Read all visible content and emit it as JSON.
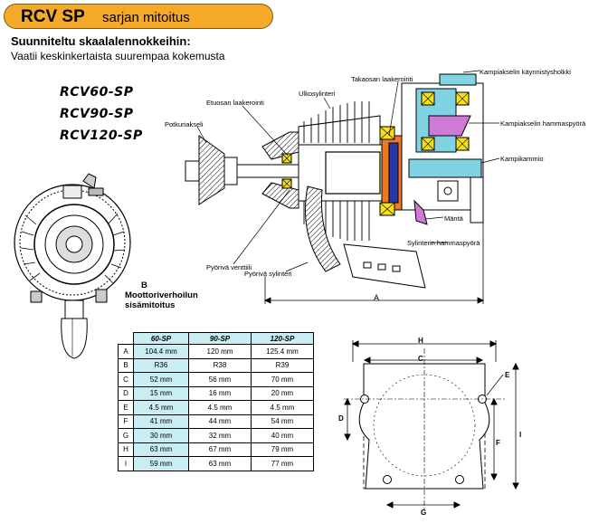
{
  "header": {
    "title": "RCV SP",
    "subtitle": "sarjan mitoitus",
    "heading": "Suunniteltu skaalalennokkeihin:",
    "description": "Vaatii keskinkertaista suurempaa kokemusta"
  },
  "models": [
    "RCV60-SP",
    "RCV90-SP",
    "RCV120-SP"
  ],
  "part_labels": {
    "starter": "Kampiakselin käynnistysholkki",
    "rear_bearing": "Takaosan laakerointi",
    "outer_cylinder": "Ulkosylinteri",
    "front_bearing": "Etuosan laakerointi",
    "prop_shaft": "Potkuriakseli",
    "crank_gear": "Kampiakselin hammaspyörä",
    "crankcase": "Kampikammio",
    "piston": "Mäntä",
    "cyl_gear": "Sylinterin hammaspyörä",
    "rot_valve": "Pyörivä venttiili",
    "rot_cyl": "Pyörivä sylinteri",
    "dim_a": "A"
  },
  "b_label": {
    "letter": "B",
    "line1": "Moottoriverhoilun",
    "line2": "sisämitoitus"
  },
  "dim_labels": [
    "H",
    "C",
    "E",
    "D",
    "F",
    "I",
    "G"
  ],
  "spec_table": {
    "columns": [
      "60-SP",
      "90-SP",
      "120-SP"
    ],
    "rows": [
      {
        "key": "A",
        "v": [
          "104.4 mm",
          "120 mm",
          "125.4 mm"
        ]
      },
      {
        "key": "B",
        "v": [
          "R36",
          "R38",
          "R39"
        ]
      },
      {
        "key": "C",
        "v": [
          "52 mm",
          "56 mm",
          "70 mm"
        ]
      },
      {
        "key": "D",
        "v": [
          "15 mm",
          "16 mm",
          "20 mm"
        ]
      },
      {
        "key": "E",
        "v": [
          "4.5 mm",
          "4.5 mm",
          "4.5 mm"
        ]
      },
      {
        "key": "F",
        "v": [
          "41 mm",
          "44 mm",
          "54 mm"
        ]
      },
      {
        "key": "G",
        "v": [
          "30 mm",
          "32 mm",
          "40 mm"
        ]
      },
      {
        "key": "H",
        "v": [
          "63 mm",
          "67 mm",
          "79 mm"
        ]
      },
      {
        "key": "I",
        "v": [
          "59 mm",
          "63 mm",
          "77 mm"
        ]
      }
    ]
  },
  "colors": {
    "title_bg": "#f4a928",
    "table_bg": "#c8eef4",
    "bearing": "#f7e018",
    "magenta": "#d07ad8",
    "cyan": "#7fd3e2",
    "orange": "#f07820",
    "blue": "#2838a8"
  }
}
